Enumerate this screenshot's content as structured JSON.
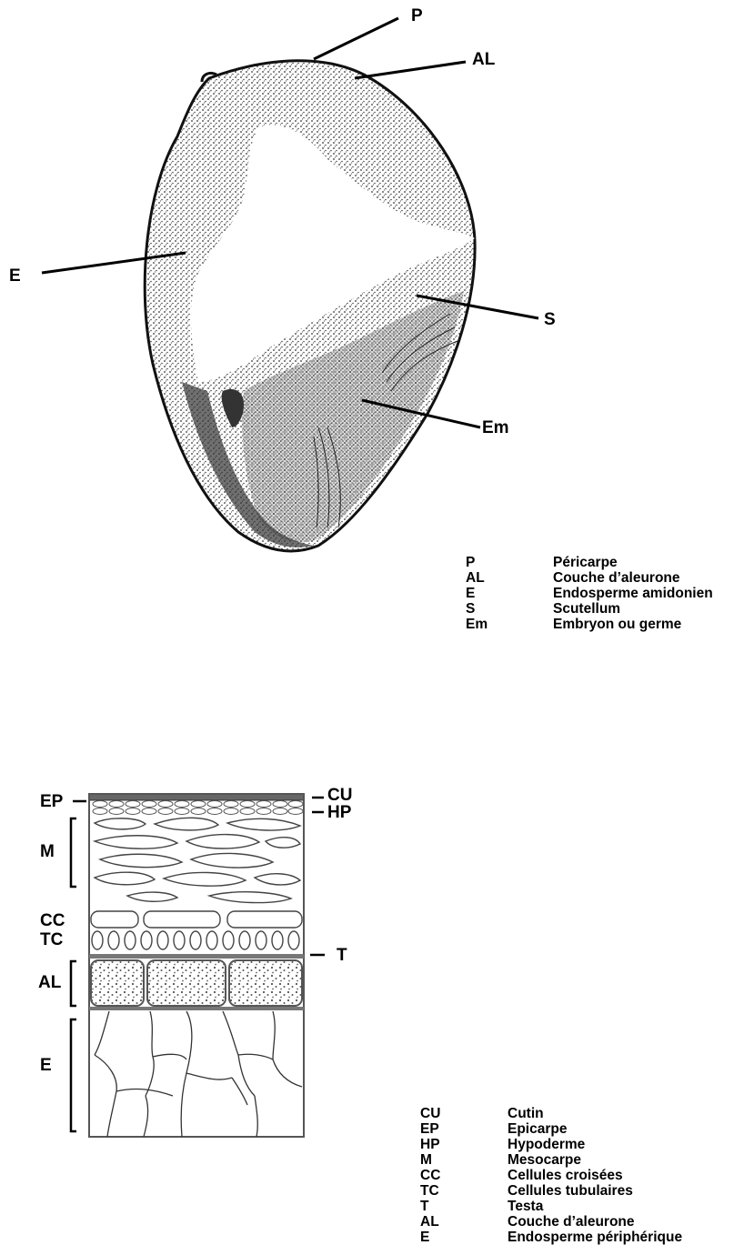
{
  "grain": {
    "labels": {
      "P": "P",
      "AL": "AL",
      "E": "E",
      "S": "S",
      "Em": "Em"
    },
    "legend": [
      {
        "code": "P",
        "text": "Péricarpe"
      },
      {
        "code": "AL",
        "text": "Couche d’aleurone"
      },
      {
        "code": "E",
        "text": "Endosperme amidonien"
      },
      {
        "code": "S",
        "text": "Scutellum"
      },
      {
        "code": "Em",
        "text": "Embryon ou germe"
      }
    ]
  },
  "section": {
    "labels": {
      "EP": "EP",
      "M": "M",
      "CC": "CC",
      "TC": "TC",
      "AL": "AL",
      "E": "E",
      "CU": "CU",
      "HP": "HP",
      "T": "T"
    },
    "legend": [
      {
        "code": "CU",
        "text": "Cutin"
      },
      {
        "code": "EP",
        "text": "Epicarpe"
      },
      {
        "code": "HP",
        "text": "Hypoderme"
      },
      {
        "code": "M",
        "text": "Mesocarpe"
      },
      {
        "code": "CC",
        "text": "Cellules croisées"
      },
      {
        "code": "TC",
        "text": "Cellules tubulaires"
      },
      {
        "code": "T",
        "text": "Testa"
      },
      {
        "code": "AL",
        "text": "Couche d’aleurone"
      },
      {
        "code": "E",
        "text": "Endosperme périphérique"
      }
    ]
  }
}
